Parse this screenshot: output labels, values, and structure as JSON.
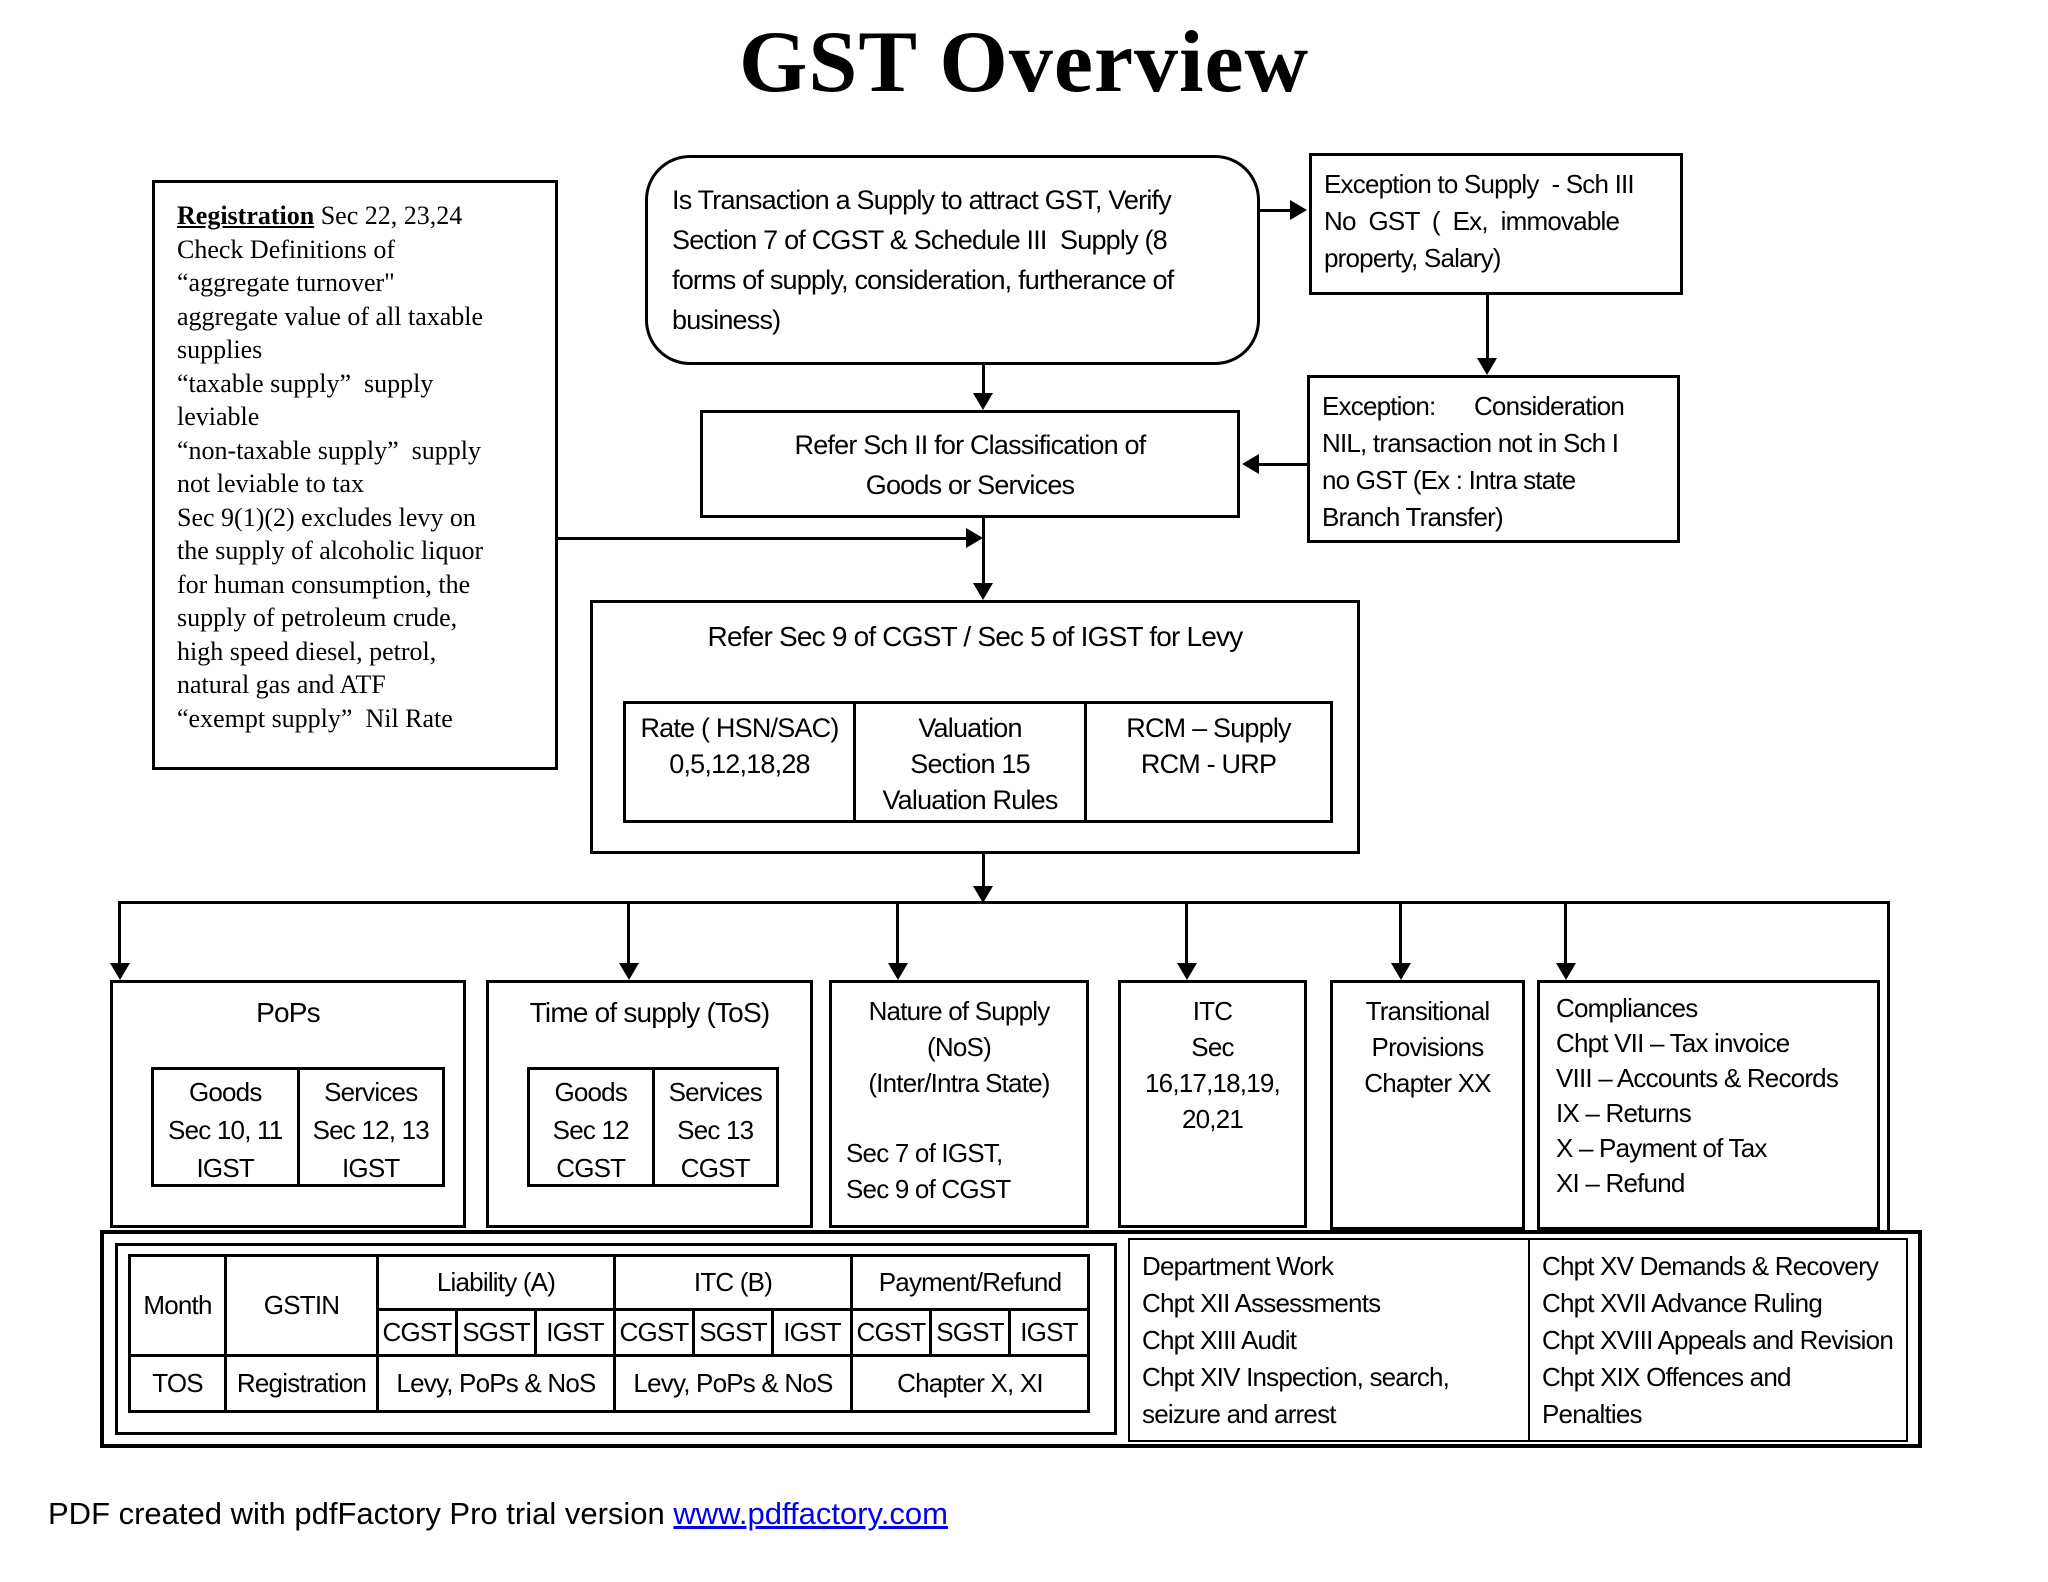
{
  "title": "GST Overview",
  "registration_box": {
    "heading": "Registration",
    "heading_suffix": " Sec 22, 23,24",
    "body": "Check Definitions of\n“aggregate turnover\"\naggregate value of all taxable\nsupplies\n“taxable supply”  supply\nleviable\n“non-taxable supply”  supply\nnot leviable to tax\nSec 9(1)(2) excludes levy on\nthe supply of alcoholic liquor\nfor human consumption, the\nsupply of petroleum crude,\nhigh speed diesel, petrol,\nnatural gas and ATF\n“exempt supply”  Nil Rate"
  },
  "supply_question_box": {
    "text": "Is Transaction a Supply to attract GST, Verify\nSection 7 of CGST & Schedule III  Supply (8\nforms of supply, consideration, furtherance of\nbusiness)"
  },
  "exception_sch3_box": {
    "text": "Exception to Supply  - Sch III\nNo  GST  (  Ex,  immovable\nproperty, Salary)"
  },
  "exception_consideration_box": {
    "text": "Exception:      Consideration\nNIL, transaction not in Sch I\nno GST (Ex : Intra state\nBranch Transfer)"
  },
  "classification_box": {
    "text": "Refer Sch II for Classification of\nGoods or Services"
  },
  "levy_box": {
    "title": "Refer Sec 9 of CGST / Sec 5 of IGST for Levy",
    "rate": "Rate ( HSN/SAC)\n0,5,12,18,28",
    "valuation": "Valuation\nSection 15\nValuation Rules",
    "rcm": "RCM – Supply\nRCM - URP"
  },
  "pops_box": {
    "title": "PoPs",
    "goods": "Goods\nSec 10, 11\nIGST",
    "services": "Services\nSec 12, 13\nIGST"
  },
  "tos_box": {
    "title": "Time of supply (ToS)",
    "goods": "Goods\nSec 12\nCGST",
    "services": "Services\nSec 13\nCGST"
  },
  "nos_box": {
    "head": "Nature of Supply\n(NoS)\n(Inter/Intra State)",
    "sections": "Sec 7 of IGST,\nSec 9 of CGST"
  },
  "itc_box": {
    "text": "ITC\nSec\n16,17,18,19,\n20,21"
  },
  "transitional_box": {
    "text": "Transitional\nProvisions\nChapter XX"
  },
  "compliances_box": {
    "text": "Compliances\nChpt VII – Tax invoice\nVIII – Accounts & Records\nIX – Returns\nX – Payment of Tax\nXI – Refund"
  },
  "monthly_table": {
    "month": "Month",
    "gstin": "GSTIN",
    "groups": [
      "Liability (A)",
      "ITC (B)",
      "Payment/Refund"
    ],
    "subcols": [
      "CGST",
      "SGST",
      "IGST"
    ],
    "row": [
      "TOS",
      "Registration",
      "Levy, PoPs &  NoS",
      "Levy, PoPs &  NoS",
      "Chapter X, XI"
    ]
  },
  "department_box": {
    "left": "Department Work\nChpt XII Assessments\nChpt XIII Audit\nChpt XIV Inspection, search, seizure and arrest",
    "right": "Chpt XV Demands & Recovery\nChpt XVII Advance Ruling\nChpt XVIII Appeals and Revision\nChpt XIX Offences and Penalties"
  },
  "footer": {
    "text": "PDF created with pdfFactory Pro trial version ",
    "link": "www.pdffactory.com"
  }
}
